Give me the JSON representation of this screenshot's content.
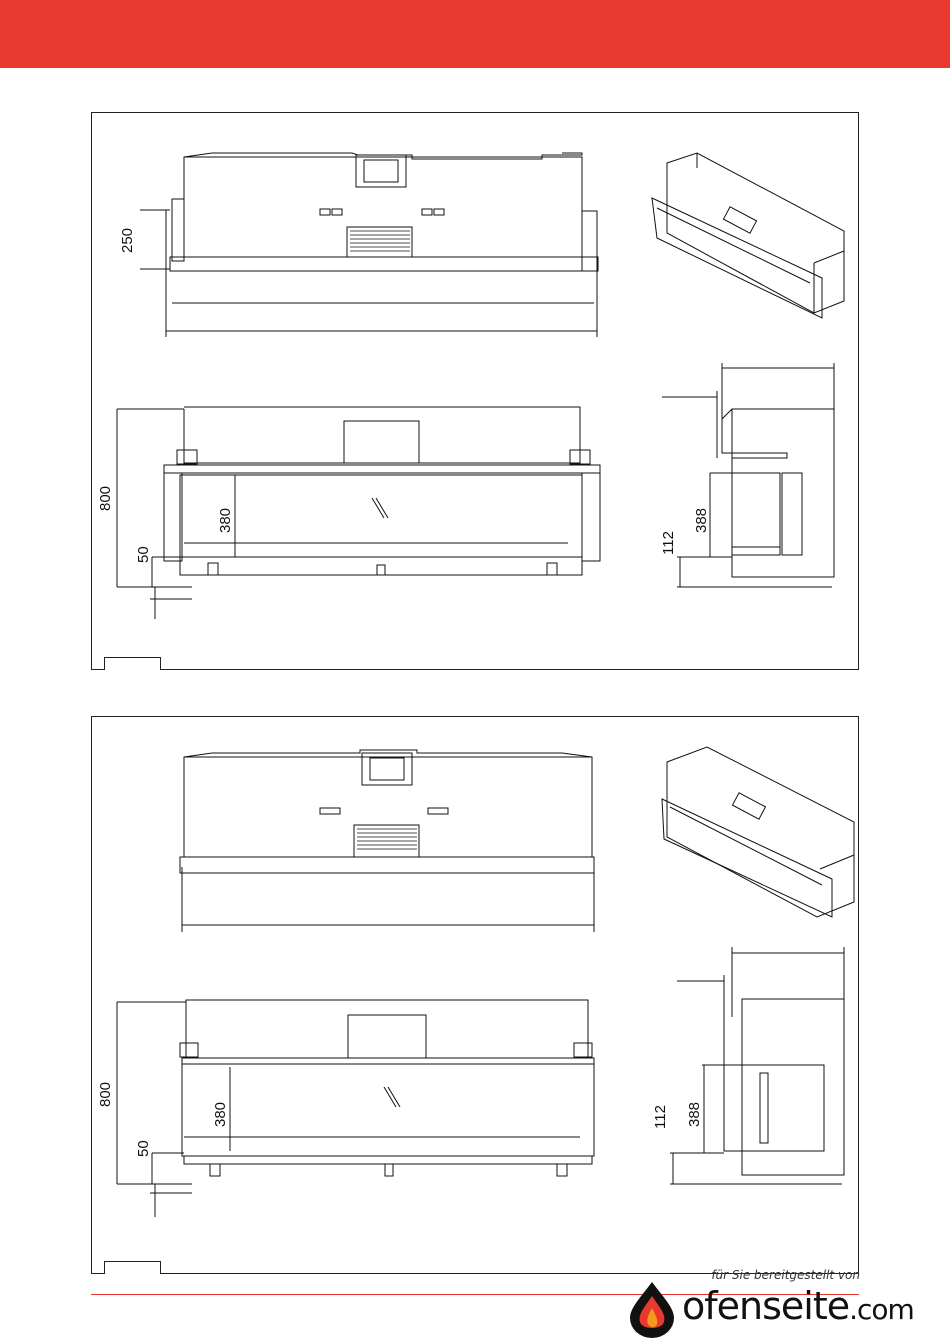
{
  "header": {
    "color": "#e8382f"
  },
  "drawing1": {
    "dims": {
      "depth_top": "250",
      "height": "800",
      "glass": "380",
      "bottom": "50",
      "side_h": "388",
      "side_b": "112"
    }
  },
  "drawing2": {
    "dims": {
      "height": "800",
      "glass": "380",
      "bottom": "50",
      "side_h": "388",
      "side_b": "112"
    }
  },
  "footer": {
    "credit": "für Sie bereitgestellt von",
    "logo_name": "ofenseite",
    "logo_tld": ".com",
    "logo_icon": "flame-drop-icon"
  }
}
